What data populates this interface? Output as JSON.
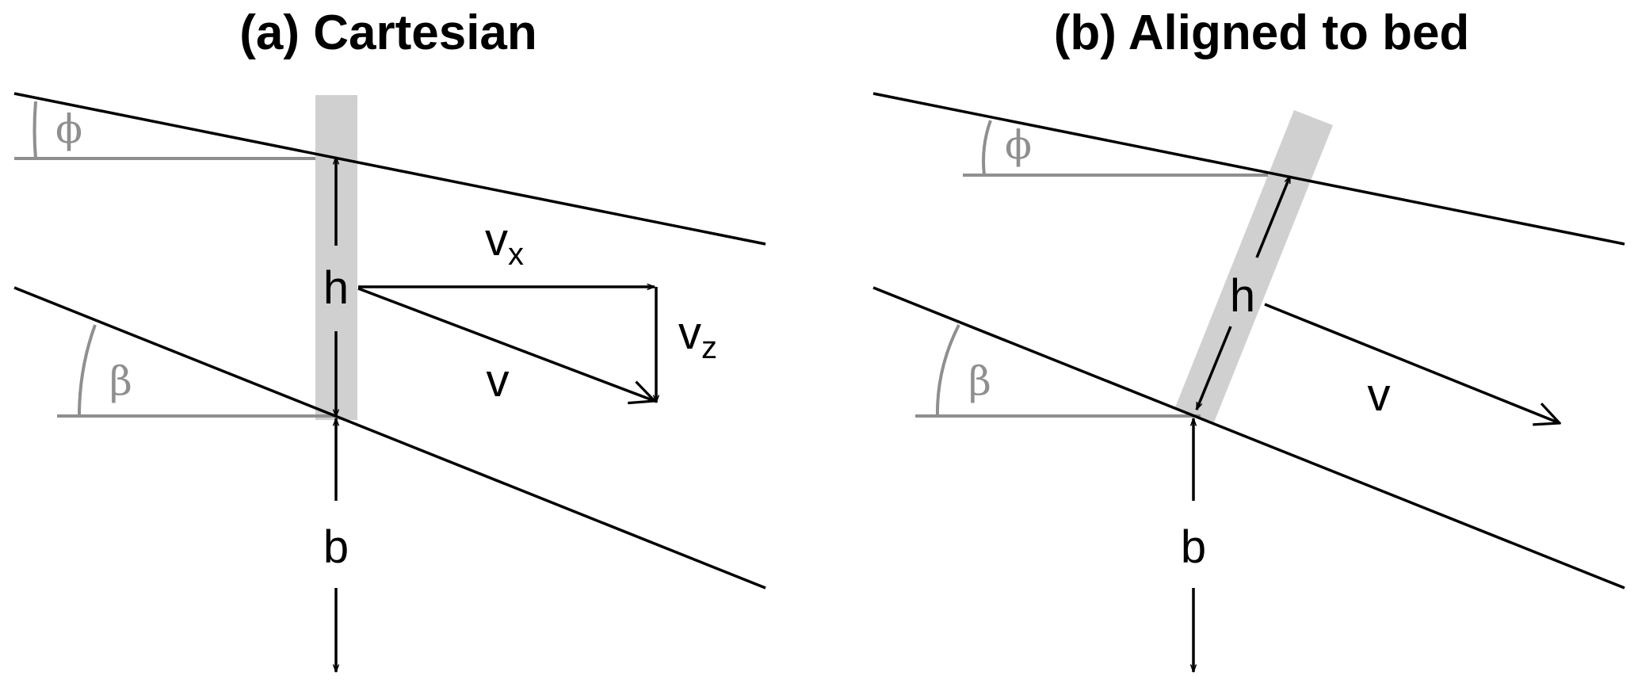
{
  "colors": {
    "line": "#000000",
    "reference": "#8f8f8f",
    "column_fill": "#d0d0d0",
    "background": "#ffffff"
  },
  "panel_a": {
    "title": "(a) Cartesian",
    "labels": {
      "phi": "ϕ",
      "beta": "β",
      "h": "h",
      "b": "b",
      "v": "v",
      "vx_main": "v",
      "vx_sub": "x",
      "vz_main": "v",
      "vz_sub": "z"
    }
  },
  "panel_b": {
    "title": "(b) Aligned to bed",
    "labels": {
      "phi": "ϕ",
      "beta": "β",
      "h": "h",
      "b": "b",
      "v": "v"
    }
  }
}
